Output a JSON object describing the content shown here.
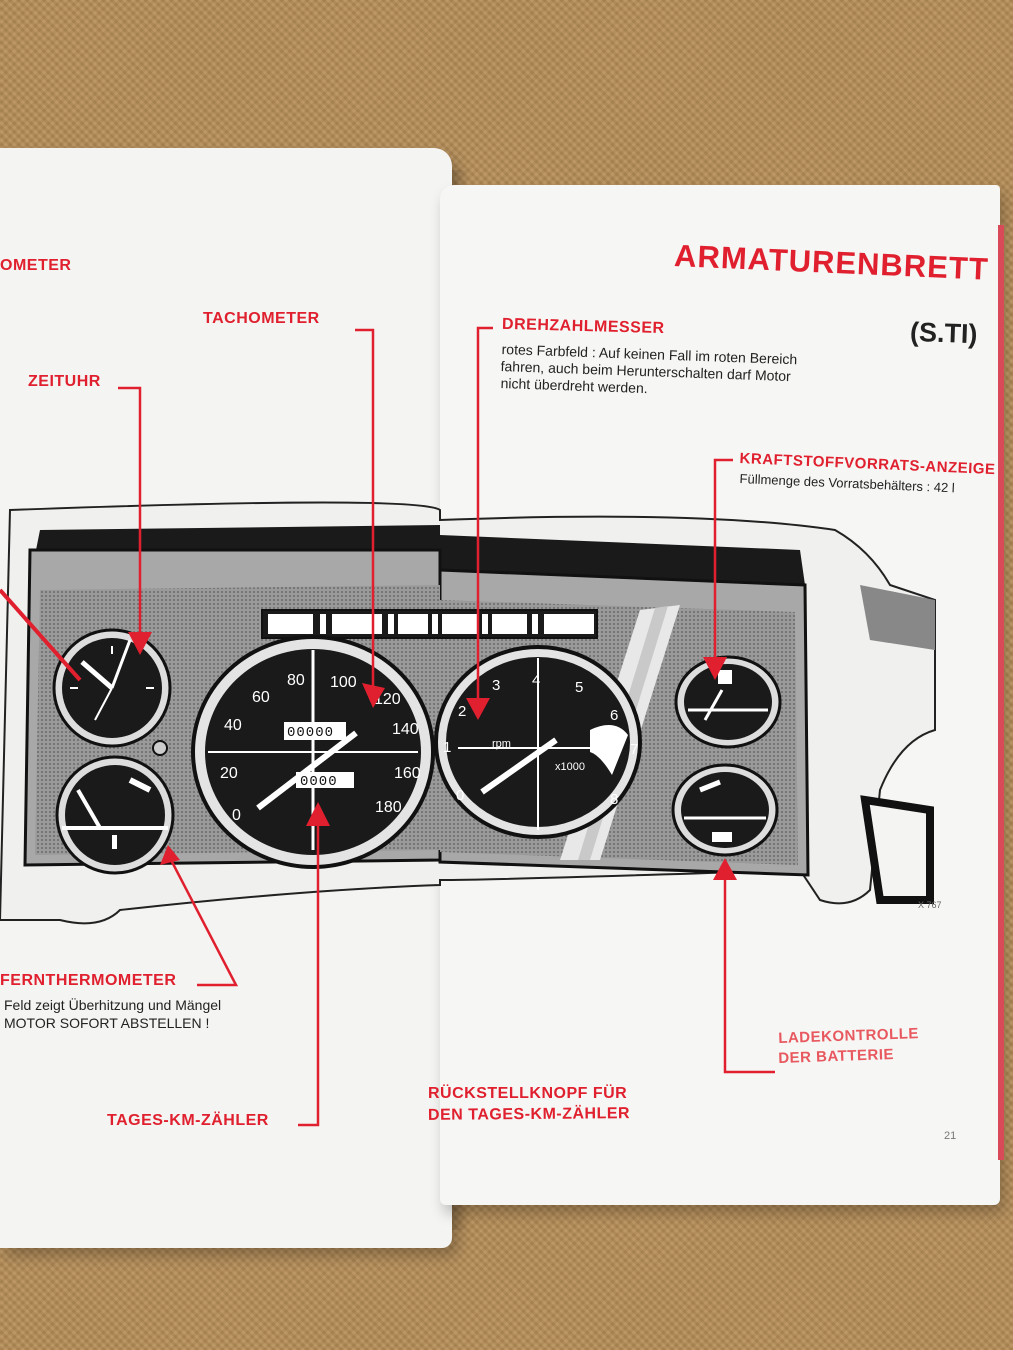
{
  "left_page": {
    "labels": {
      "cut_meter": "OMETER",
      "tachometer": "TACHOMETER",
      "zeituhr": "ZEITUHR",
      "fernthermometer": "FERNTHERMOMETER",
      "fern_text_1": "Feld zeigt Überhitzung und Mängel",
      "fern_text_2": "MOTOR SOFORT ABSTELLEN !",
      "tages_km": "TAGES-KM-ZÄHLER"
    }
  },
  "right_page": {
    "title": "ARMATURENBRETT",
    "subtitle": "(S.TI)",
    "drehzahlmesser": "DREHZAHLMESSER",
    "dreh_text_1": "rotes Farbfeld : Auf keinen Fall im roten Bereich",
    "dreh_text_2": "fahren, auch beim Herunterschalten darf Motor",
    "dreh_text_3": "nicht überdreht werden.",
    "kraftstoff": "KRAFTSTOFFVORRATS-ANZEIGE",
    "kraftstoff_text": "Füllmenge des Vorratsbehälters : 42 l",
    "ladekontrolle_1": "LADEKONTROLLE",
    "ladekontrolle_2": "DER BATTERIE",
    "rueckstell_1": "RÜCKSTELLKNOPF FÜR",
    "rueckstell_2": "DEN TAGES-KM-ZÄHLER",
    "figure_ref": "X 767",
    "page_number": "21"
  },
  "gauges": {
    "speedo_ticks": [
      "0",
      "20",
      "40",
      "60",
      "80",
      "100",
      "120",
      "140",
      "160",
      "180"
    ],
    "odometer": "00000",
    "trip": "0000",
    "rpm_ticks": [
      "0",
      "1",
      "2",
      "3",
      "4",
      "5",
      "6",
      "7",
      "8"
    ],
    "rpm_label": "rpm",
    "rpm_unit": "x1000"
  },
  "colors": {
    "accent_red": "#e0202e",
    "ink": "#1a1a1a",
    "paper": "#f4f4f2"
  }
}
